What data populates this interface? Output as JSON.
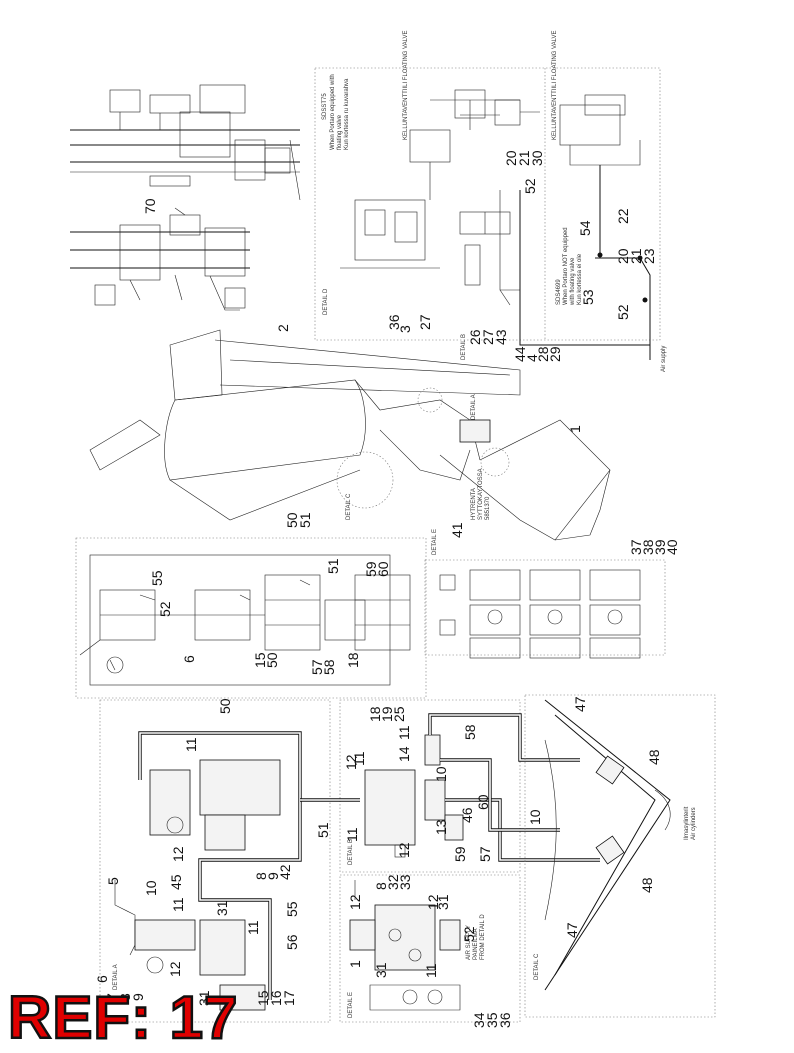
{
  "ref_label": "REF: 17",
  "details": {
    "a": "DETAIL A",
    "b": "DETAIL B",
    "c": "DETAIL C",
    "d": "DETAIL D",
    "e": "DETAIL E"
  },
  "notes": {
    "equipped_title": "SDSST75",
    "equipped_1": "When Portaro equipped with",
    "equipped_2": "floating valve",
    "equipped_3": "Kun kortessa ru kuvarahva",
    "float_valve": "KELLUNTAVENTTIILI FLOATING VALVE",
    "float_valve_2": "KELLUNTAVENTTIILI FLOATING VALVE",
    "not_equipped_1": "SDS4699",
    "not_equipped_2": "When Portaro NOT equipped",
    "not_equipped_3": "with floating valve",
    "not_equipped_4": "Kun kortessa ei ole",
    "air_supply": "Air supply",
    "air_supply_from_d_1": "AIR SUPPLY",
    "air_supply_from_d_2": "PAINEILMA",
    "air_supply_from_d_3": "FROM DETAIL D",
    "cylinders_1": "Ilmasylinterit",
    "cylinders_2": "Air cylinders",
    "panel_1": "HYTRENTA",
    "panel_2": "SYTTOKAYTOSSA",
    "panel_3": "5851370"
  },
  "callouts": {
    "n70": "70",
    "n2": "2",
    "n1": "1",
    "n1b": "1",
    "n3": "3",
    "n36": "36",
    "n27": "27",
    "n26": "26",
    "n27b": "27",
    "n43": "43",
    "n44": "44",
    "n4": "4",
    "n28": "28",
    "n29": "29",
    "n20": "20",
    "n21": "21",
    "n30": "30",
    "n52": "52",
    "n54": "54",
    "n22": "22",
    "n20b": "20",
    "n21b": "21",
    "n23": "23",
    "n53": "53",
    "n52b": "52",
    "n50": "50",
    "n51": "51",
    "n41": "41",
    "n37": "37",
    "n38": "38",
    "n39": "39",
    "n40": "40",
    "n55": "55",
    "n51b": "51",
    "n59": "59",
    "n60": "60",
    "n52c": "52",
    "n6": "6",
    "n15": "15",
    "n50b": "50",
    "n57": "57",
    "n58": "58",
    "n18": "18",
    "n50c": "50",
    "n18b": "18",
    "n19": "19",
    "n25": "25",
    "n58b": "58",
    "n47": "47",
    "n47b": "47",
    "n48": "48",
    "n48b": "48",
    "n11a": "11",
    "n12a": "12",
    "n11b": "11",
    "n14": "14",
    "n10a": "10",
    "n60b": "60",
    "n10b": "10",
    "n46": "46",
    "n13": "13",
    "n59b": "59",
    "n57b": "57",
    "n11c": "11",
    "n51c": "51",
    "n12b": "12",
    "n11d": "11",
    "n8": "8",
    "n9": "9",
    "n42": "42",
    "n12c": "12",
    "n45": "45",
    "n11e": "11",
    "n5": "5",
    "n10c": "10",
    "n31": "31",
    "n11f": "11",
    "n56": "56",
    "n55b": "55",
    "n12d": "12",
    "n6b": "6",
    "n7": "7",
    "n8b": "8",
    "n9b": "9",
    "n31b": "31",
    "n15b": "15",
    "n16": "16",
    "n17": "17",
    "n32": "32",
    "n33": "33",
    "n8c": "8",
    "n12e": "12",
    "n12f": "12",
    "n31c": "31",
    "n52d": "52",
    "n31d": "31",
    "n11g": "11",
    "n34": "34",
    "n35": "35",
    "n36b": "36"
  }
}
